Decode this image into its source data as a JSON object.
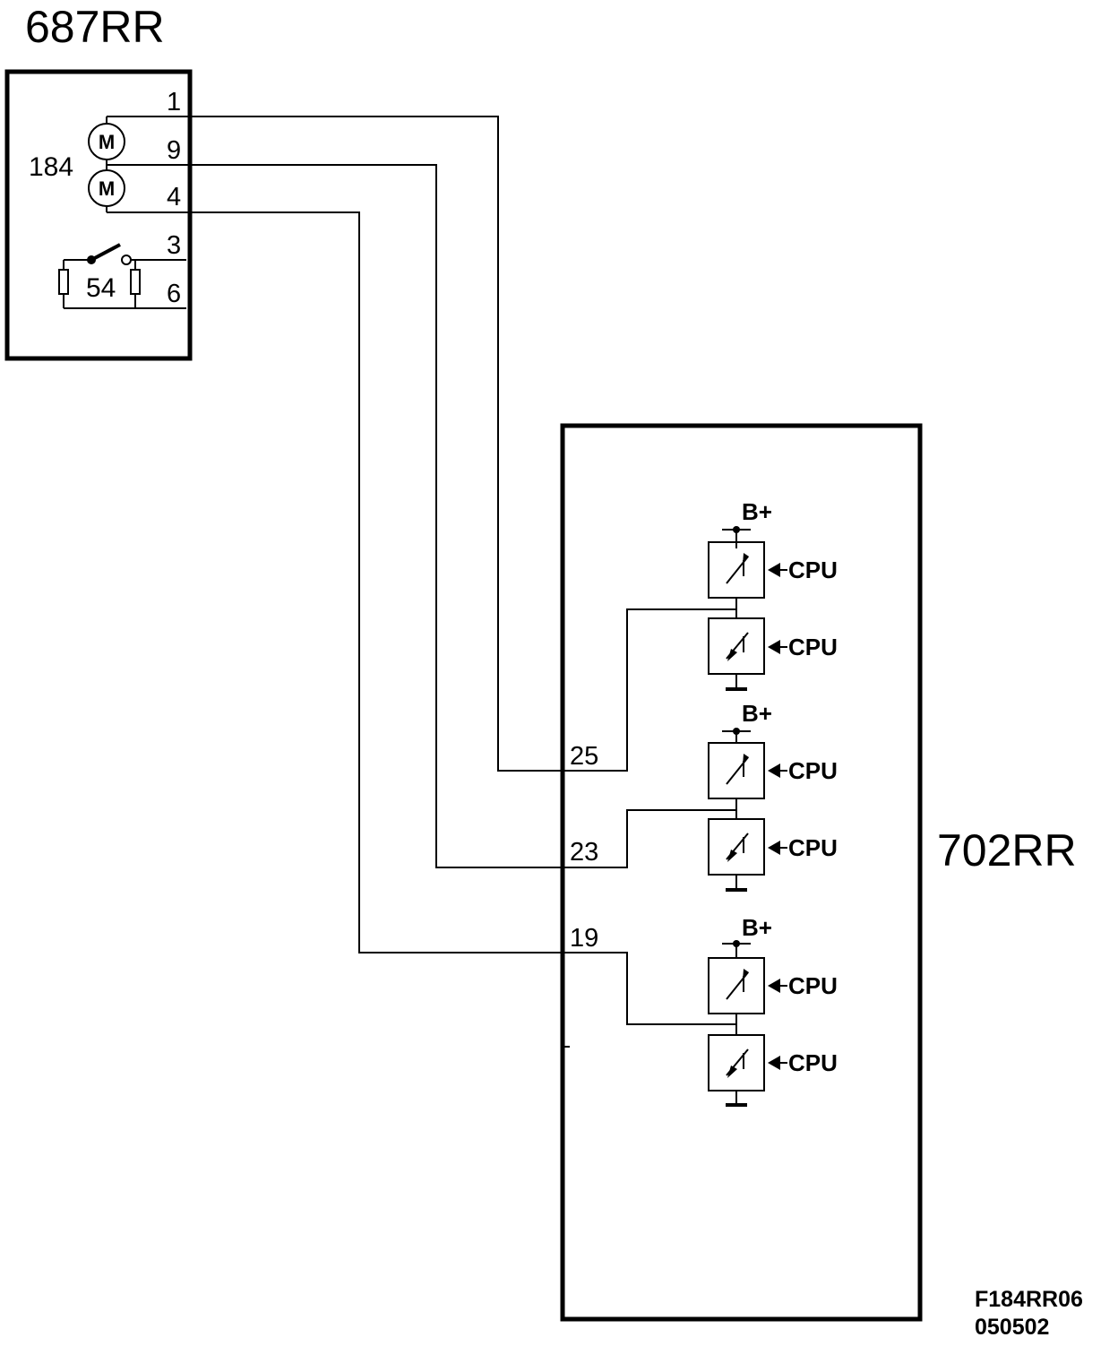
{
  "diagram": {
    "component_a": {
      "label": "687RR",
      "pins": [
        "1",
        "9",
        "4",
        "3",
        "6"
      ],
      "motor_label": "184",
      "motor_letter": "M",
      "switch_label": "54"
    },
    "component_b": {
      "label": "702RR",
      "pins": [
        "25",
        "23",
        "19"
      ],
      "supply_label": "B+",
      "control_label": "CPU"
    },
    "drawing_code": "F184RR06",
    "drawing_date": "050502"
  }
}
